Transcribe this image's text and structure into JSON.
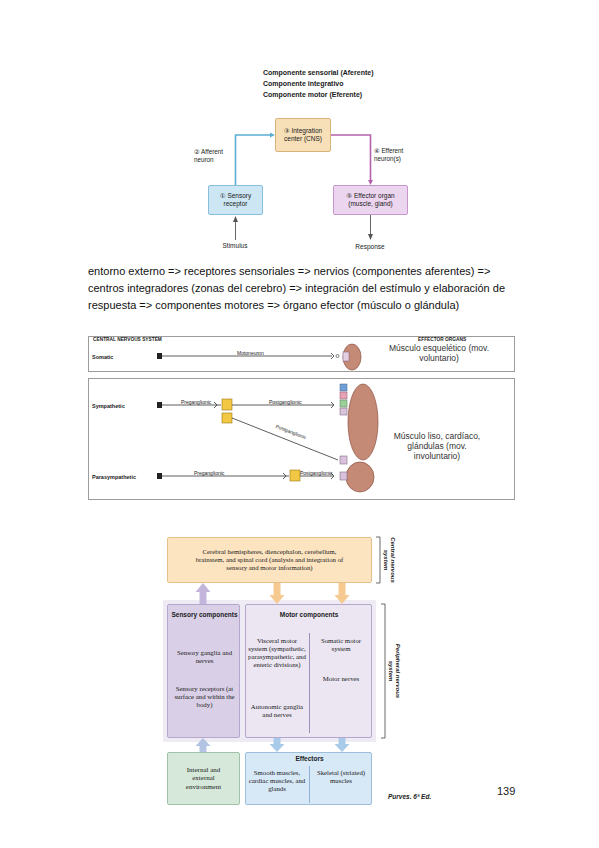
{
  "diagram": {
    "nodes": [
      {
        "text": [
          "③ Integration center (CNS)"
        ]
      },
      {
        "text": [
          "① Sensory receptor"
        ]
      },
      {
        "text": [
          "⑤ Effector organ (muscle, gland)"
        ]
      },
      {
        "text": [
          "Somatic",
          "Motoneuron",
          "Músculo esquelético (mov. voluntario)"
        ]
      },
      {
        "text": [
          "Sympathetic",
          "Preganglionic",
          "Postganglionic",
          "Postganglionic",
          "Músculo liso, cardíaco, glándulas (mov. involuntario)",
          "Parasympathetic",
          "Preganglionic",
          "Postganglionic"
        ]
      },
      {
        "text": [
          "Cerebral hemispheres, diencephalon, cerebellum, brainstem, and spinal cord (analysis and integration of sensory and motor information)"
        ]
      },
      {
        "text": [
          "Sensory components",
          "Sensory ganglia and nerves",
          "Sensory receptors (at surface and within the body)"
        ]
      },
      {
        "text": [
          "Motor components",
          "Visceral motor system (sympathetic, parasympathetic, and enteric divisions)",
          "Somatic motor system",
          "Autonomic ganglia and nerves",
          "Motor nerves"
        ]
      },
      {
        "text": [
          "Internal and external environment"
        ]
      },
      {
        "text": [
          "Effectors",
          "Smooth muscles, cardiac muscles, and glands",
          "Skeletal (striated) muscles"
        ]
      }
    ],
    "edges": [
      {
        "from": 1,
        "to": 0,
        "arrow": "to",
        "label": "② Afferent neuron"
      },
      {
        "from": 0,
        "to": 2,
        "arrow": "to",
        "label": "④ Efferent neuron(s)"
      },
      {
        "from": 8,
        "to": 6,
        "arrow": "to"
      },
      {
        "from": 6,
        "to": 5,
        "arrow": "to"
      },
      {
        "from": 5,
        "to": 7,
        "arrow": "to"
      },
      {
        "from": 5,
        "to": 7,
        "arrow": "to"
      },
      {
        "from": 7,
        "to": 9,
        "arrow": "to"
      },
      {
        "from": 7,
        "to": 9,
        "arrow": "to"
      }
    ],
    "labels": [
      "Componente sensorial (Aferente)",
      "Componente integrativo",
      "Componente motor (Eferente)",
      "Stimulus",
      "Response",
      "entorno externo => receptores sensoriales => nervios (componentes aferentes) => centros integradores (zonas del cerebro) => integración del estímulo y elaboración de respuesta => componentes motores => órgano efector (músculo o glándula)",
      "CENTRAL NERVOUS SYSTEM",
      "EFFECTOR ORGANS",
      "Central nervous system",
      "Peripheral nervous system",
      "Purves. 6ª Ed.",
      "139"
    ]
  }
}
